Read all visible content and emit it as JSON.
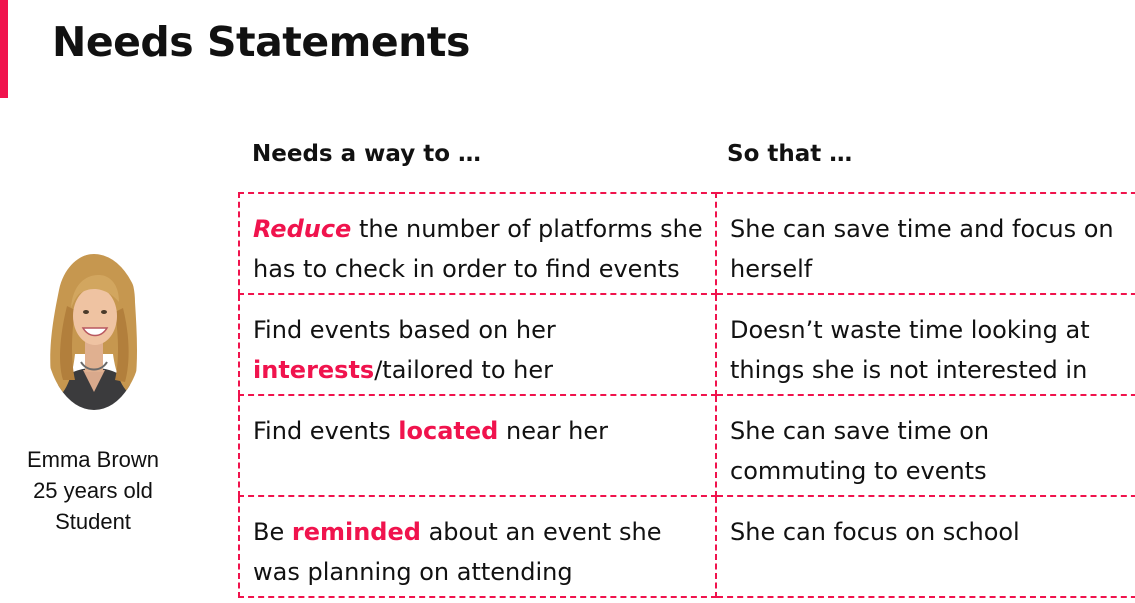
{
  "slide": {
    "title": "Needs Statements",
    "accent_color": "#f0134d"
  },
  "persona": {
    "name": "Emma Brown",
    "age": "25 years old",
    "occupation": "Student",
    "photo_icon": "avatar-photo-icon"
  },
  "table": {
    "headers": {
      "need": "Needs a way to …",
      "so_that": "So that …"
    },
    "rows": [
      {
        "need_before": "",
        "need_highlight": "Reduce",
        "need_after": " the number of platforms she has to check in order to find events",
        "so_that": "She can save time and focus on herself"
      },
      {
        "need_before": "Find events based on her ",
        "need_highlight": "interests",
        "need_after": "/tailored to her",
        "so_that": "Doesn’t waste time looking at things she is not interested in"
      },
      {
        "need_before": "Find events ",
        "need_highlight": "located",
        "need_after": " near her",
        "so_that": "She can save time on commuting to events"
      },
      {
        "need_before": "Be ",
        "need_highlight": "reminded",
        "need_after": " about an event she was planning on attending",
        "so_that": "She can focus on school"
      }
    ]
  }
}
